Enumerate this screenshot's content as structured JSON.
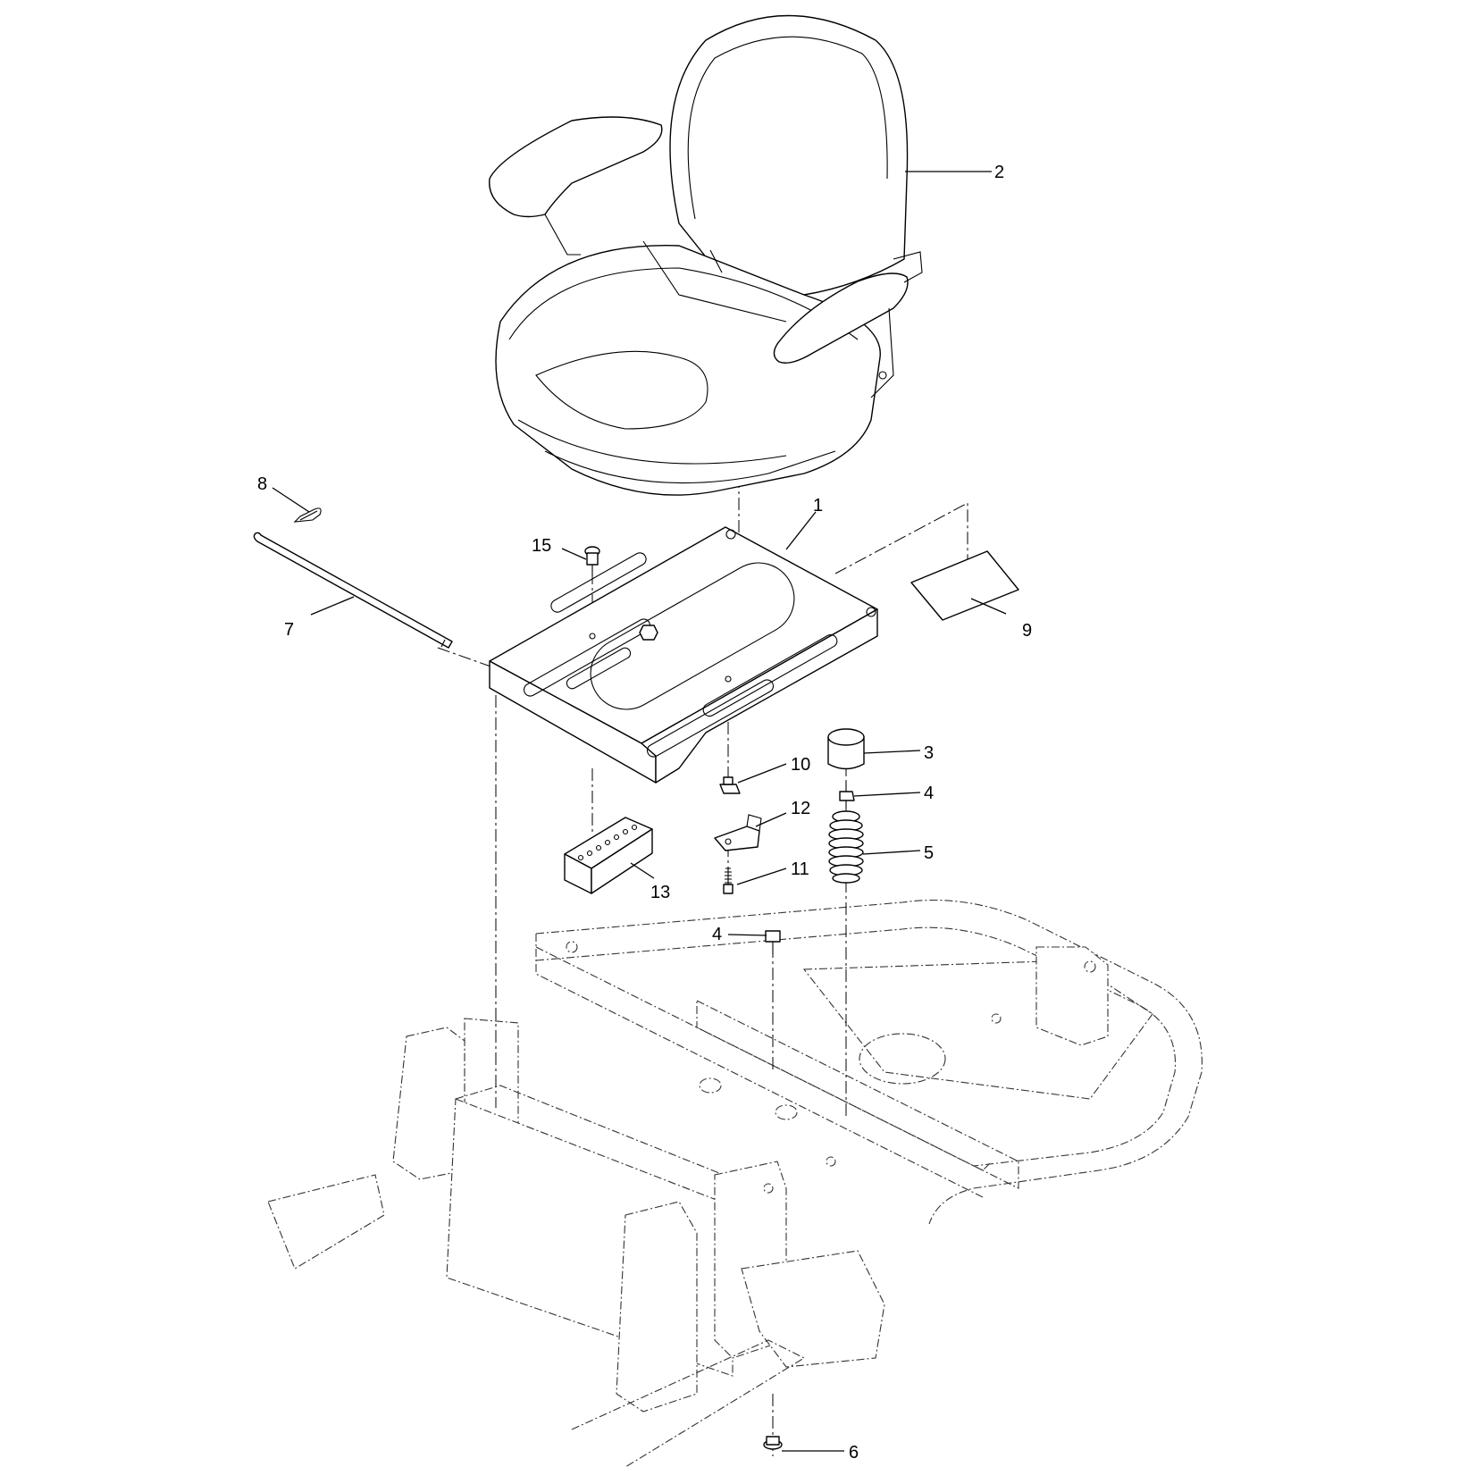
{
  "callouts": [
    {
      "id": "c2",
      "label": "2"
    },
    {
      "id": "c1",
      "label": "1"
    },
    {
      "id": "c8",
      "label": "8"
    },
    {
      "id": "c15",
      "label": "15"
    },
    {
      "id": "c7",
      "label": "7"
    },
    {
      "id": "c9",
      "label": "9"
    },
    {
      "id": "c3",
      "label": "3"
    },
    {
      "id": "c4a",
      "label": "4"
    },
    {
      "id": "c10",
      "label": "10"
    },
    {
      "id": "c12",
      "label": "12"
    },
    {
      "id": "c5",
      "label": "5"
    },
    {
      "id": "c11",
      "label": "11"
    },
    {
      "id": "c13",
      "label": "13"
    },
    {
      "id": "c4b",
      "label": "4"
    },
    {
      "id": "c6",
      "label": "6"
    }
  ],
  "colors": {
    "line": "#000000",
    "background": "#ffffff"
  }
}
